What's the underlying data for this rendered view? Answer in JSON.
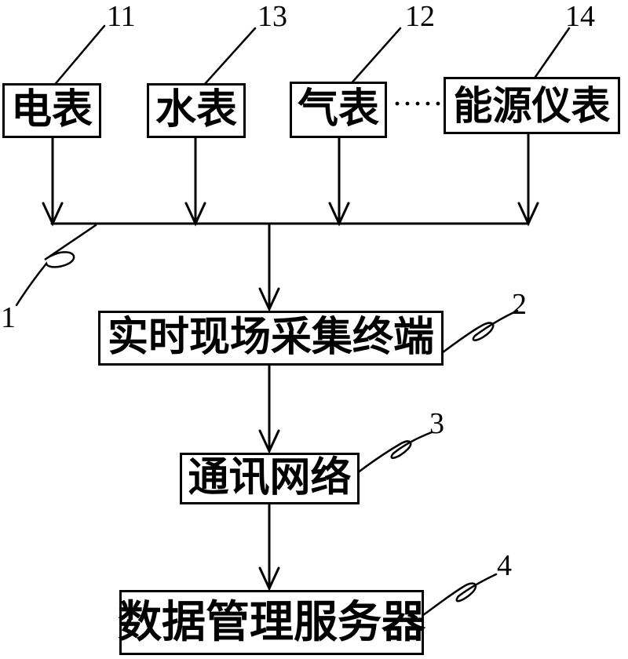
{
  "colors": {
    "ink": "#000000",
    "background": "#ffffff"
  },
  "meters": [
    {
      "label": "电表",
      "ref": "11"
    },
    {
      "label": "水表",
      "ref": "13"
    },
    {
      "label": "气表",
      "ref": "12"
    },
    {
      "label": "能源仪表",
      "ref": "14"
    }
  ],
  "ellipsis": "·····",
  "bus": {
    "ref": "1"
  },
  "nodes": [
    {
      "label": "实时现场采集终端",
      "ref": "2"
    },
    {
      "label": "通讯网络",
      "ref": "3"
    },
    {
      "label": "数据管理服务器",
      "ref": "4"
    }
  ]
}
